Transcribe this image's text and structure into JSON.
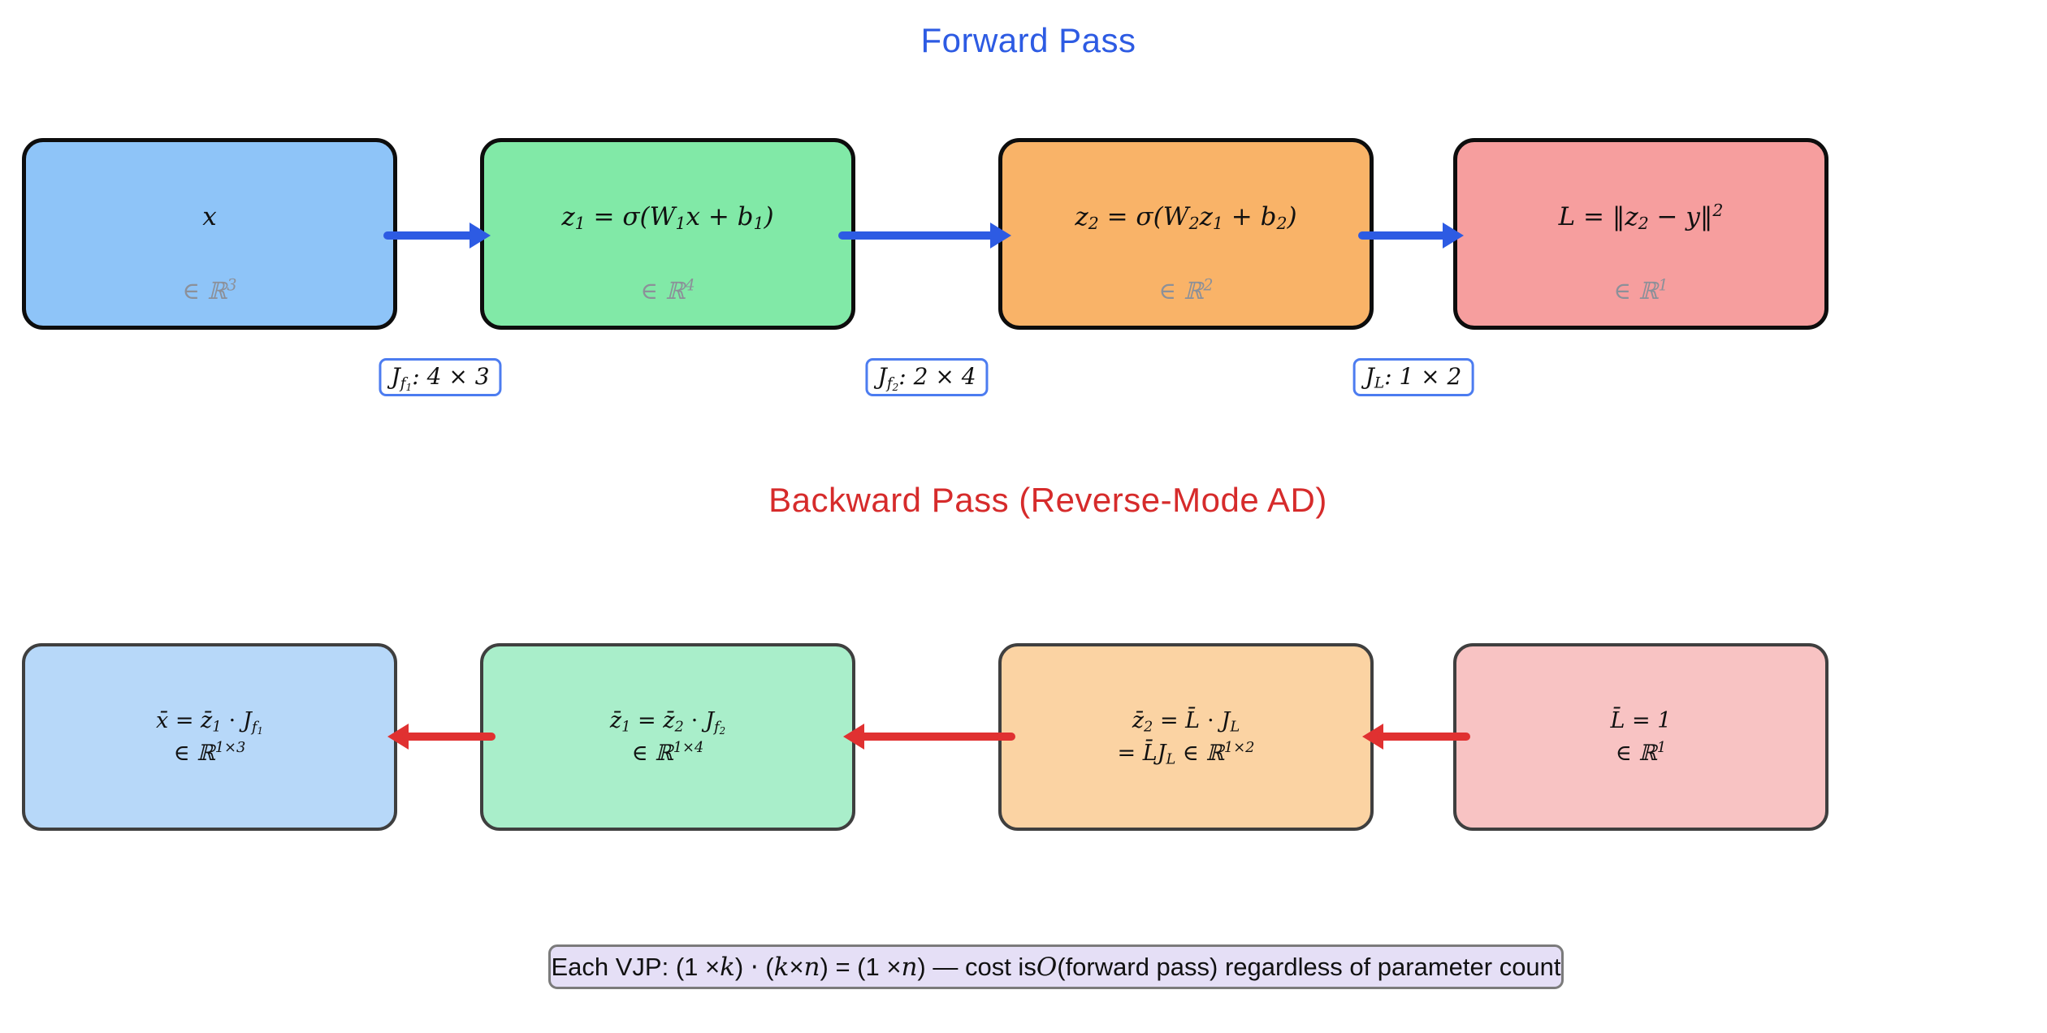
{
  "titles": {
    "forward": {
      "text": "Forward Pass",
      "color": "#2d5be3"
    },
    "backward": {
      "text": "Backward Pass (Reverse-Mode AD)",
      "color": "#d62b2b"
    }
  },
  "forward_row": {
    "arrow_color": "#2d5be3",
    "boxes": [
      {
        "formula": "x",
        "space": "∈ ℝ^{3}",
        "fill": "#8ec4f8"
      },
      {
        "formula": "z_{1} = σ(W_{1}x + b_{1})",
        "space": "∈ ℝ^{4}",
        "fill": "#81e9a7"
      },
      {
        "formula": "z_{2} = σ(W_{2}z_{1} + b_{2})",
        "space": "∈ ℝ^{2}",
        "fill": "#f9b368"
      },
      {
        "formula": "L = ‖z_{2} − y‖^{2}",
        "space": "∈ ℝ^{1}",
        "fill": "#f69e9e"
      }
    ]
  },
  "jacobian_labels": [
    {
      "text": "J_{f_{1}}: 4 × 3"
    },
    {
      "text": "J_{f_{2}}: 2 × 4"
    },
    {
      "text": "J_{L}: 1 × 2"
    }
  ],
  "backward_row": {
    "arrow_color": "#e03131",
    "boxes": [
      {
        "line1": "x̄ = z̄_{1} ⋅ J_{f_{1}}",
        "line2": "∈ ℝ^{1×3}",
        "fill": "#b7d8f9"
      },
      {
        "line1": "z̄_{1} = z̄_{2} ⋅ J_{f_{2}}",
        "line2": "∈ ℝ^{1×4}",
        "fill": "#a9eeca"
      },
      {
        "line1": "z̄_{2} = L̄ ⋅ J_{L}",
        "line2": "= L̄J_{L} ∈ ℝ^{1×2}",
        "fill": "#fbd3a3"
      },
      {
        "line1": "L̄ = 1",
        "line2": "∈ ℝ^{1}",
        "fill": "#f8c3c3"
      }
    ]
  },
  "note": {
    "text": "Each VJP: (1 × *{k}) ⋅ (*{k} × *{n}) = (1 × *{n}) — cost is *{O}(forward pass) regardless of parameter count",
    "fill": "#e5dff6",
    "border": "#7b7b7b"
  }
}
